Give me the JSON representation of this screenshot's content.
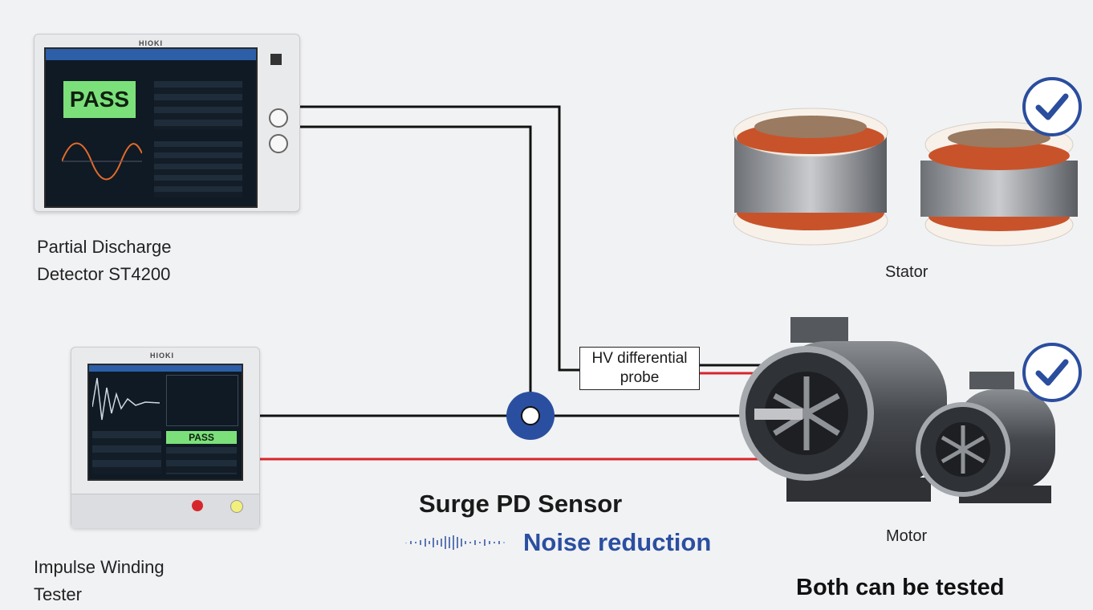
{
  "devices": {
    "pd_detector": {
      "brand": "HIOKI",
      "screen_result": "PASS",
      "caption_line1": "Partial Discharge",
      "caption_line2": "Detector ST4200"
    },
    "impulse_tester": {
      "brand": "HIOKI",
      "screen_result": "PASS",
      "caption_line1": "Impulse Winding",
      "caption_line2": "Tester"
    }
  },
  "probe": {
    "line1": "HV differential",
    "line2": "probe"
  },
  "sensor": {
    "title": "Surge PD Sensor",
    "noise_text": "Noise reduction"
  },
  "targets": {
    "stator_label": "Stator",
    "motor_label": "Motor",
    "summary": "Both can be tested"
  },
  "colors": {
    "accent_blue": "#2b4fa0",
    "signal_red": "#d7262b",
    "wire": "#111111",
    "pass_green": "#7be07a"
  },
  "icons": [
    "checkmark-icon",
    "noise-wave-icon"
  ]
}
